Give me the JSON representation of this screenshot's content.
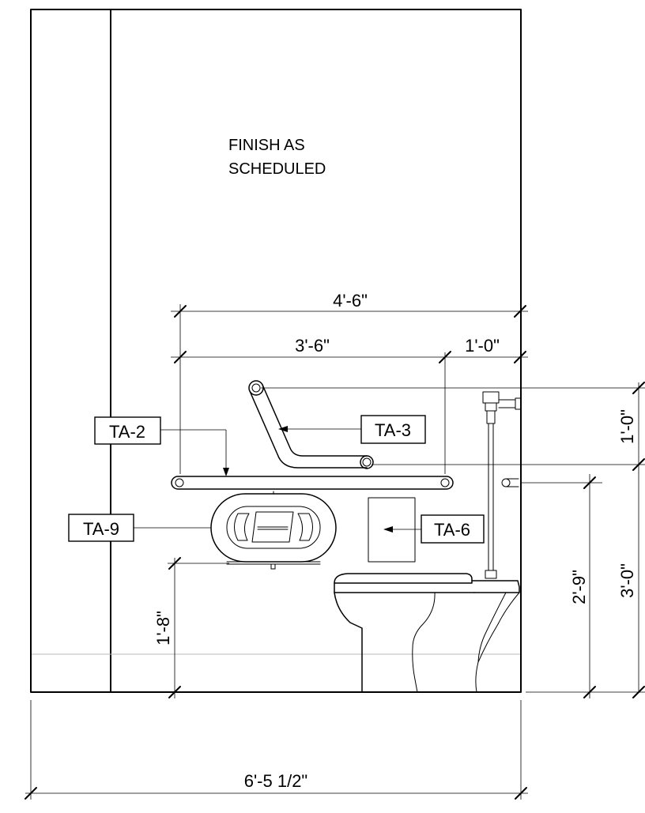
{
  "note": {
    "line1": "FINISH AS",
    "line2": "SCHEDULED"
  },
  "dimensions": {
    "overall_width": "6'-5 1/2\"",
    "grab_bar_reach": "4'-6\"",
    "rear_bar_length": "3'-6\"",
    "rear_bar_offset": "1'-0\"",
    "vertical_bar_height": "1'-0\"",
    "flush_valve_height": "2'-9\"",
    "bar_height": "3'-0\"",
    "dispenser_height": "1'-8\""
  },
  "tags": {
    "rear_grab_bar": "TA-2",
    "vertical_grab_bar": "TA-3",
    "toilet_tissue_dispenser": "TA-9",
    "seat_cover_dispenser": "TA-6"
  }
}
